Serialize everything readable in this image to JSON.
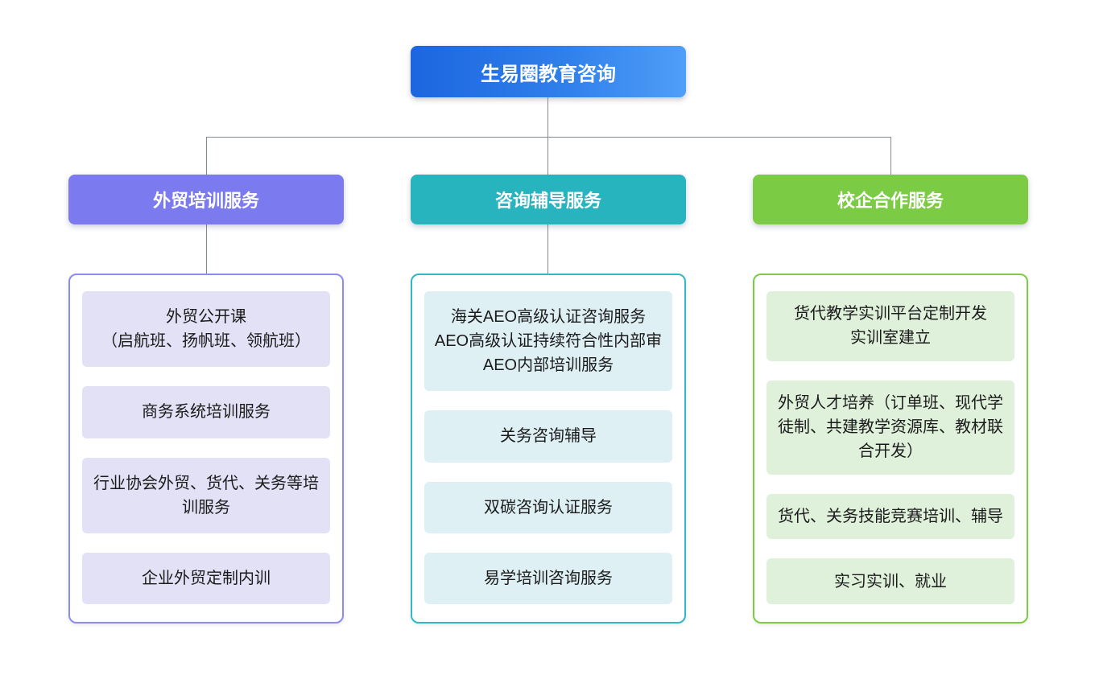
{
  "root": {
    "label": "生易圈教育咨询",
    "gradient_from": "#1c66df",
    "gradient_to": "#4f9ef8",
    "text_color": "#ffffff"
  },
  "connector_color": "#828a92",
  "branches": [
    {
      "label": "外贸培训服务",
      "header_color": "#7b7bef",
      "border_color": "#8b8bf3",
      "item_bg": "#e3e1f6",
      "items": [
        "外贸公开课\n（启航班、扬帆班、领航班）",
        "商务系统培训服务",
        "行业协会外贸、货代、关务等培训服务",
        "企业外贸定制内训"
      ]
    },
    {
      "label": "咨询辅导服务",
      "header_color": "#28b4be",
      "border_color": "#2fb9c3",
      "item_bg": "#def0f4",
      "items": [
        "海关AEO高级认证咨询服务\nAEO高级认证持续符合性内部审\nAEO内部培训服务",
        "关务咨询辅导",
        "双碳咨询认证服务",
        "易学培训咨询服务"
      ]
    },
    {
      "label": "校企合作服务",
      "header_color": "#7ccb45",
      "border_color": "#7ccb45",
      "item_bg": "#dff1db",
      "items": [
        "货代教学实训平台定制开发\n实训室建立",
        "外贸人才培养（订单班、现代学徒制、共建教学资源库、教材联合开发）",
        "货代、关务技能竞赛培训、辅导",
        "实习实训、就业"
      ]
    }
  ]
}
